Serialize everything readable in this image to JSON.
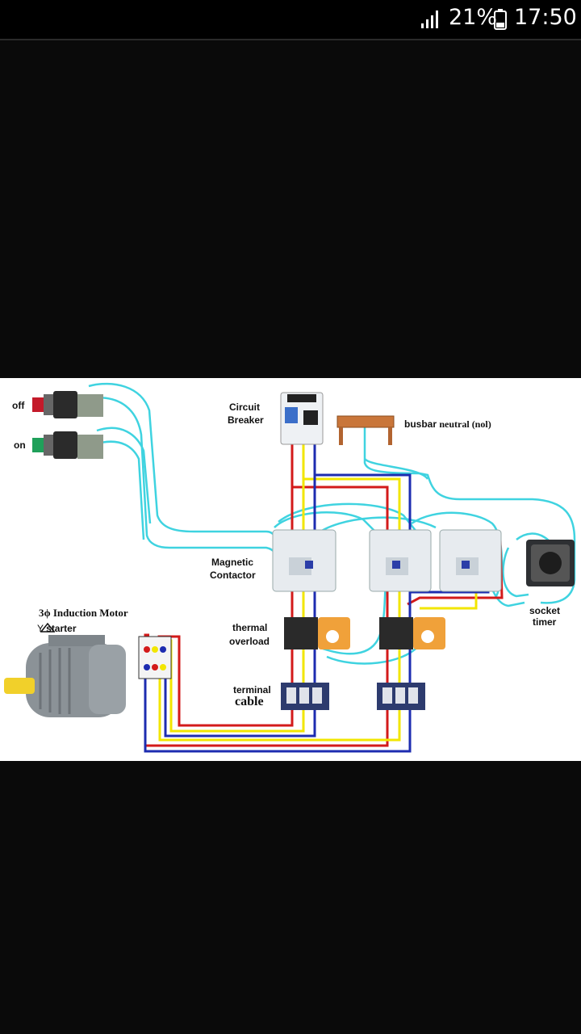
{
  "status_bar": {
    "battery_percent": "21%",
    "clock": "17:50",
    "icons": [
      "signal-icon",
      "battery-icon"
    ]
  },
  "diagram": {
    "labels": {
      "off": "off",
      "on": "on",
      "circuit_breaker_1": "Circuit",
      "circuit_breaker_2": "Breaker",
      "busbar_prefix": "busbar",
      "busbar_suffix": "neutral (nol)",
      "magnetic_contactor_1": "Magnetic",
      "magnetic_contactor_2": "Contactor",
      "motor_title": "3ϕ Induction Motor",
      "motor_starter_y": "Y",
      "motor_starter_text": "starter",
      "thermal_overload_1": "thermal",
      "thermal_overload_2": "overload",
      "terminal_1": "terminal",
      "terminal_2": "cable",
      "socket_timer_1": "socket",
      "socket_timer_2": "timer"
    },
    "colors": {
      "phase_red": "#d31a1a",
      "phase_yellow": "#f2e600",
      "phase_blue": "#1d2cb0",
      "control_wire": "#3fd3e0"
    }
  }
}
